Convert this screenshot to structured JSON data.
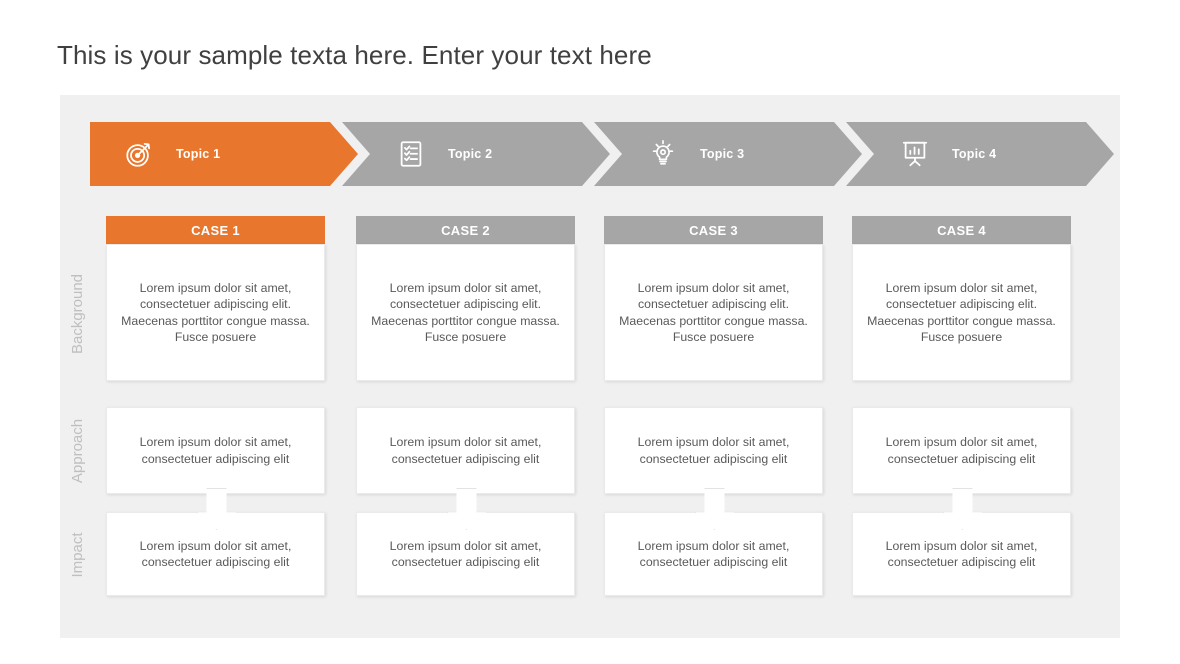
{
  "slide": {
    "title": "This is your sample texta here. Enter your text here"
  },
  "colors": {
    "accent_orange": "#e8762c",
    "gray": "#a6a6a6",
    "panel_bg": "#f0f0f0",
    "body_text": "#595959",
    "row_label": "#bfbfbf",
    "title_text": "#404040",
    "card_bg": "#ffffff"
  },
  "chevrons": [
    {
      "label": "Topic 1",
      "icon": "target-icon",
      "active": true
    },
    {
      "label": "Topic 2",
      "icon": "checklist-icon",
      "active": false
    },
    {
      "label": "Topic 3",
      "icon": "lightbulb-icon",
      "active": false
    },
    {
      "label": "Topic 4",
      "icon": "presentation-chart-icon",
      "active": false
    }
  ],
  "row_labels": [
    {
      "label": "Background"
    },
    {
      "label": "Approach"
    },
    {
      "label": "Impact"
    }
  ],
  "columns": [
    {
      "header": "CASE 1",
      "active": true,
      "background": "Lorem ipsum dolor sit amet, consectetuer adipiscing elit. Maecenas porttitor congue massa. Fusce posuere",
      "approach": "Lorem ipsum dolor sit amet, consectetuer adipiscing elit",
      "impact": "Lorem ipsum dolor sit amet, consectetuer adipiscing elit"
    },
    {
      "header": "CASE 2",
      "active": false,
      "background": "Lorem ipsum dolor sit amet, consectetuer adipiscing elit. Maecenas porttitor congue massa. Fusce posuere",
      "approach": "Lorem ipsum dolor sit amet, consectetuer adipiscing elit",
      "impact": "Lorem ipsum dolor sit amet, consectetuer adipiscing elit"
    },
    {
      "header": "CASE 3",
      "active": false,
      "background": "Lorem ipsum dolor sit amet, consectetuer adipiscing elit. Maecenas porttitor congue massa. Fusce posuere",
      "approach": "Lorem ipsum dolor sit amet, consectetuer adipiscing elit",
      "impact": "Lorem ipsum dolor sit amet, consectetuer adipiscing elit"
    },
    {
      "header": "CASE 4",
      "active": false,
      "background": "Lorem ipsum dolor sit amet, consectetuer adipiscing elit. Maecenas porttitor congue massa. Fusce posuere",
      "approach": "Lorem ipsum dolor sit amet, consectetuer adipiscing elit",
      "impact": "Lorem ipsum dolor sit amet, consectetuer adipiscing elit"
    }
  ]
}
